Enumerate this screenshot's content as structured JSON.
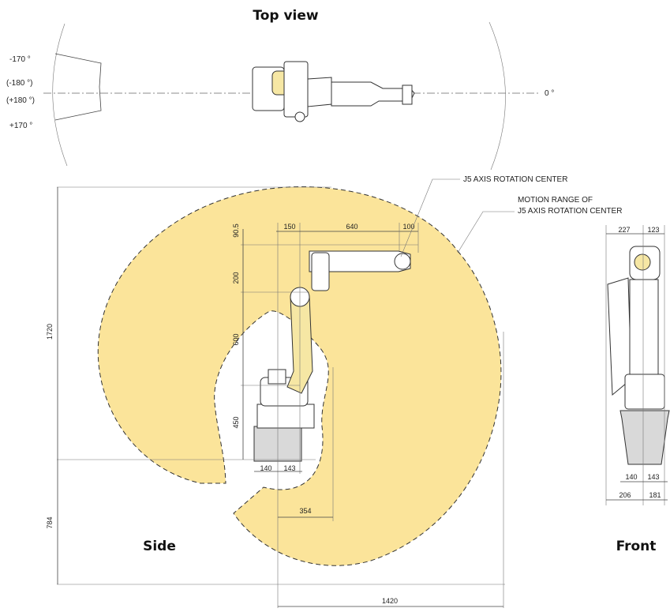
{
  "titles": {
    "top": "Top view",
    "side": "Side",
    "front": "Front"
  },
  "angles": {
    "a1": "-170 °",
    "a2": "(-180 °)",
    "a3": "(+180 °)",
    "a4": "+170 °",
    "a5": "0 °"
  },
  "annotations": {
    "j5_center": "J5 AXIS ROTATION CENTER",
    "motion_line1": "MOTION RANGE OF",
    "motion_line2": "J5 AXIS ROTATION CENTER"
  },
  "side_dims": {
    "d_90_5": "90.5",
    "d_150": "150",
    "d_640": "640",
    "d_100": "100",
    "d_200": "200",
    "d_600": "600",
    "d_450": "450",
    "d_1720": "1720",
    "d_784": "784",
    "d_140": "140",
    "d_143": "143",
    "d_354": "354",
    "d_1420": "1420"
  },
  "front_dims": {
    "d_227": "227",
    "d_123": "123",
    "d_140": "140",
    "d_143": "143",
    "d_206": "206",
    "d_181": "181"
  },
  "colors": {
    "work_envelope": "#fbe49a",
    "robot_accent": "#f6e7a4"
  }
}
